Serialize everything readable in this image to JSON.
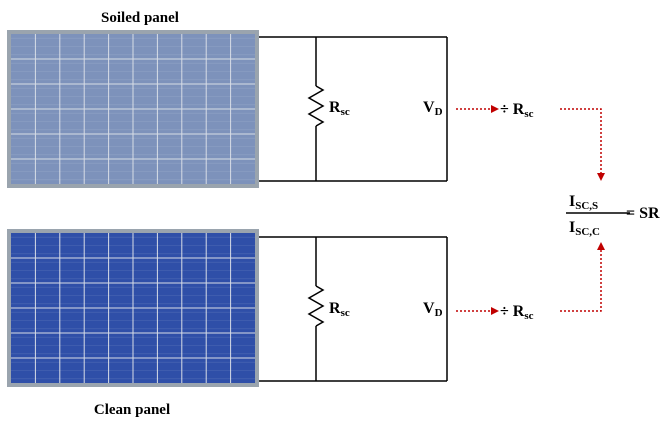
{
  "panels": {
    "top": {
      "title": "Soiled panel",
      "resistor": "R",
      "resistor_sub": "sc",
      "voltage": "V",
      "voltage_sub": "D",
      "divide": "÷ R",
      "divide_sub": "sc",
      "cell_color": "#7d92bb"
    },
    "bottom": {
      "title": "Clean panel",
      "resistor": "R",
      "resistor_sub": "sc",
      "voltage": "V",
      "voltage_sub": "D",
      "divide": "÷ R",
      "divide_sub": "sc",
      "cell_color": "#2f4fa8"
    }
  },
  "result": {
    "numerator": "I",
    "numerator_sub": "SC,S",
    "denominator": "I",
    "denominator_sub": "SC,C",
    "equals": "= SR"
  },
  "colors": {
    "arrow": "#c00000",
    "wire": "#000000"
  }
}
